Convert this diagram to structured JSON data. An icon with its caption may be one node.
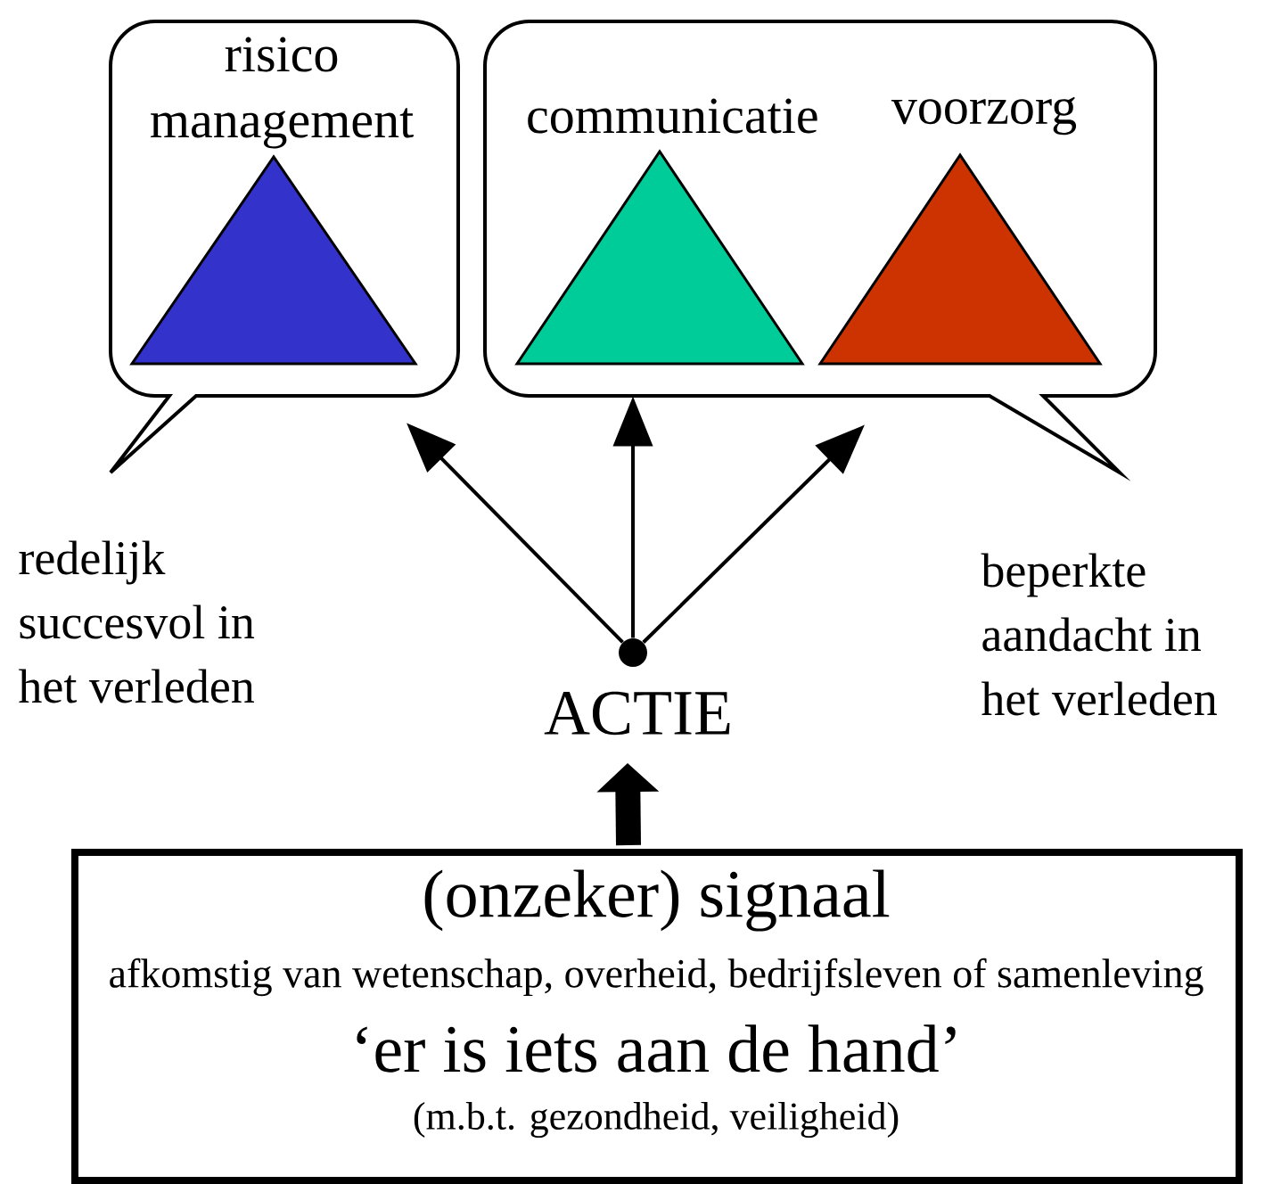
{
  "diagram": {
    "nodes": [
      {
        "text": [],
        "shape": "box"
      },
      {
        "text": [
          "risico management"
        ],
        "in": 0
      },
      {
        "text": [],
        "shape": "box"
      },
      {
        "text": [
          "communicatie"
        ],
        "in": 2
      },
      {
        "text": [
          "voorzorg"
        ],
        "in": 2
      },
      {
        "text": [],
        "shape": "circle",
        "beside": [
          "ACTIE"
        ]
      },
      {
        "text": [
          "(onzeker) signaal",
          "afkomstig van wetenschap, overheid, bedrijfsleven of samenleving",
          "‘er is iets aan de hand’",
          "(m.b.t. gezondheid, veiligheid)"
        ]
      }
    ],
    "edges": [
      {
        "from": 5,
        "to": 0,
        "arrow": "to"
      },
      {
        "from": 5,
        "to": 2,
        "arrow": "to"
      },
      {
        "from": 5,
        "to": 2,
        "arrow": "to"
      },
      {
        "from": 6,
        "to": 5,
        "arrow": "to",
        "style": "thick"
      }
    ],
    "labels": [
      "redelijk succesvol in het verleden",
      "beperkte aandacht in het verleden"
    ]
  }
}
